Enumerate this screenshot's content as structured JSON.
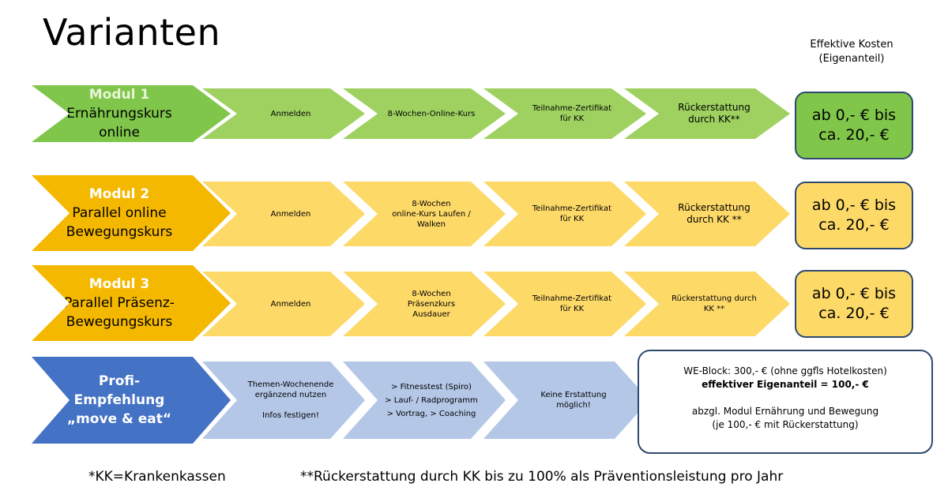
{
  "title": "Varianten",
  "cost_header": "Effektive Kosten\n(Eigenanteil)",
  "colors": {
    "green_dark": "#7fc64a",
    "green_light": "#9ed160",
    "amber_dark": "#f5b800",
    "amber_light": "#fdd968",
    "blue_dark": "#4472c4",
    "blue_light": "#b4c7e7",
    "border": "#2e4a6e"
  },
  "rows": [
    {
      "head": "Modul 1",
      "sub": "Ernährungskurs\nonline",
      "steps": [
        "Anmelden",
        "8-Wochen-Online-Kurs",
        "Teilnahme-Zertifikat\nfür KK",
        "Rückerstattung\ndurch KK**"
      ],
      "cost": "ab 0,- € bis\nca. 20,- €"
    },
    {
      "head": "Modul 2",
      "sub": "Parallel online\nBewegungskurs",
      "steps": [
        "Anmelden",
        "8-Wochen\nonline-Kurs Laufen /\nWalken",
        "Teilnahme-Zertifikat\nfür KK",
        "Rückerstattung\ndurch KK **"
      ],
      "cost": "ab 0,- € bis\nca. 20,- €"
    },
    {
      "head": "Modul 3",
      "sub": "Parallel Präsenz-\nBewegungskurs",
      "steps": [
        "Anmelden",
        "8-Wochen\nPräsenzkurs\nAusdauer",
        "Teilnahme-Zertifikat\nfür KK",
        "Rückerstattung durch\nKK **"
      ],
      "cost": "ab 0,- € bis\nca. 20,- €"
    },
    {
      "head": "Profi-",
      "sub": "Empfehlung\n„move & eat“",
      "steps": [
        "Themen-Wochenende\nergänzend nutzen\n\nInfos festigen!",
        "> Fitnesstest (Spiro)\n> Lauf- / Radprogramm\n> Vortrag, > Coaching",
        "Keine Erstattung\nmöglich!"
      ]
    }
  ],
  "we_box": {
    "line1": "WE-Block: 300,- € (ohne ggfls Hotelkosten)",
    "line2": "effektiver Eigenanteil = 100,- €",
    "line3": "abzgl. Modul Ernährung und Bewegung\n(je 100,- € mit Rückerstattung)"
  },
  "footnotes": {
    "left": "*KK=Krankenkassen",
    "right": "**Rückerstattung durch KK bis zu 100% als Präventionsleistung pro Jahr"
  }
}
